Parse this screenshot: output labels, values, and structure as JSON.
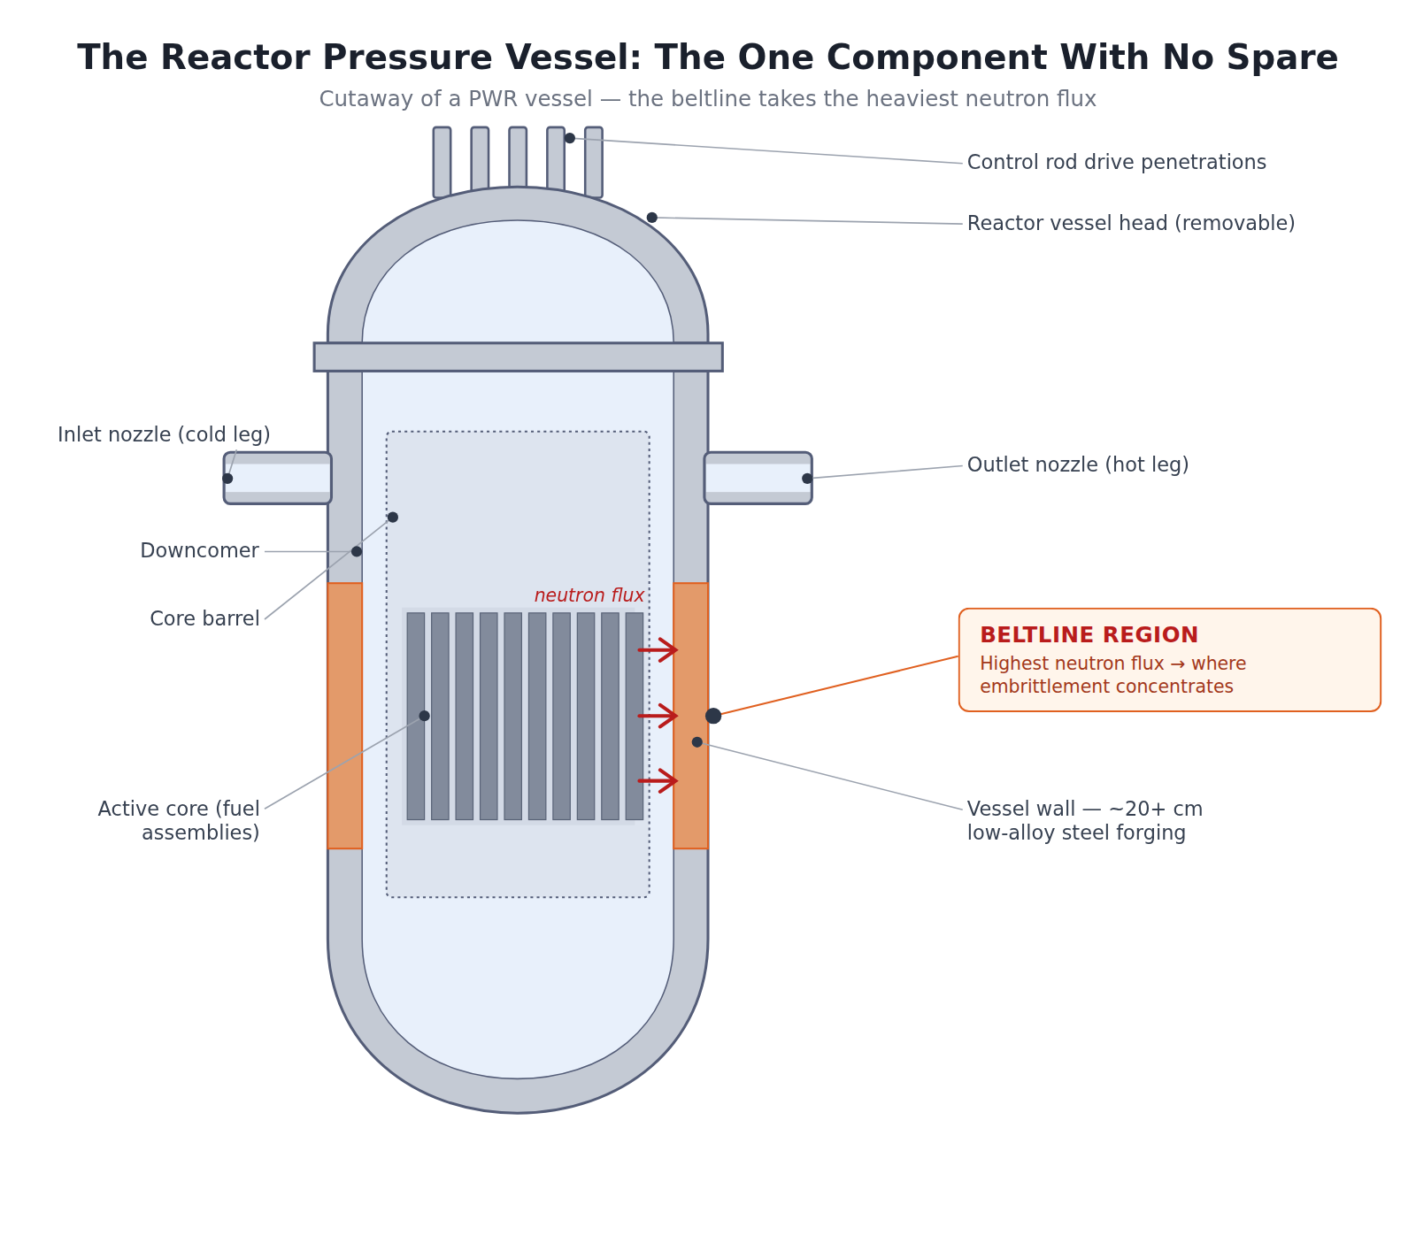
{
  "diagram": {
    "title": "The Reactor Pressure Vessel: The One Component With No Spare",
    "caption": "Cutaway of a PWR vessel — the beltline takes the heaviest neutron flux",
    "nodes": [
      {
        "text": [
          "BELTLINE REGION",
          "Highest neutron flux → where embrittlement concentrates"
        ]
      }
    ],
    "labels": [
      "Control rod drive penetrations",
      "Reactor vessel head (removable)",
      "Inlet nozzle (cold leg)",
      "Outlet nozzle (hot leg)",
      "Downcomer",
      "Core barrel",
      "neutron flux",
      "Active core (fuel assemblies)",
      "Vessel wall — ~20+ cm low-alloy steel forging"
    ]
  }
}
